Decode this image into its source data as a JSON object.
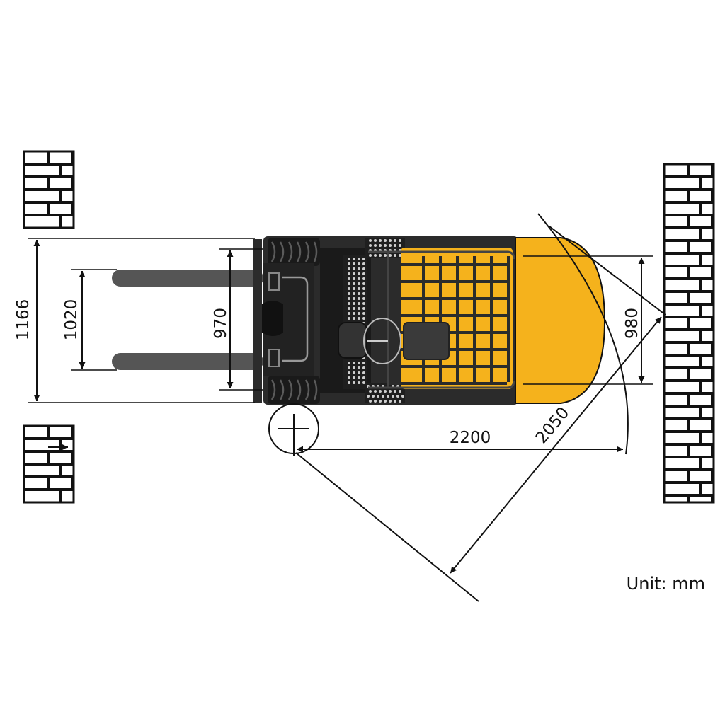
{
  "colors": {
    "body": "#2b2b2b",
    "body_dark": "#1a1a1a",
    "counterweight": "#f5b21c",
    "overhead_guard": "#f5b21c",
    "forks": "#555555",
    "wall_stroke": "#111111",
    "wall_fill": "#ffffff",
    "dim_line": "#111111"
  },
  "icons": [
    "brick-wall-icon",
    "arrow-right-icon",
    "pivot-crosshair-icon"
  ],
  "dimensions": {
    "overall_width": "1166",
    "fork_spread": "1020",
    "carriage_width": "970",
    "counterweight_width": "980",
    "turning_radius": "2050",
    "aisle_length": "2200"
  },
  "unit_label": "Unit: mm"
}
